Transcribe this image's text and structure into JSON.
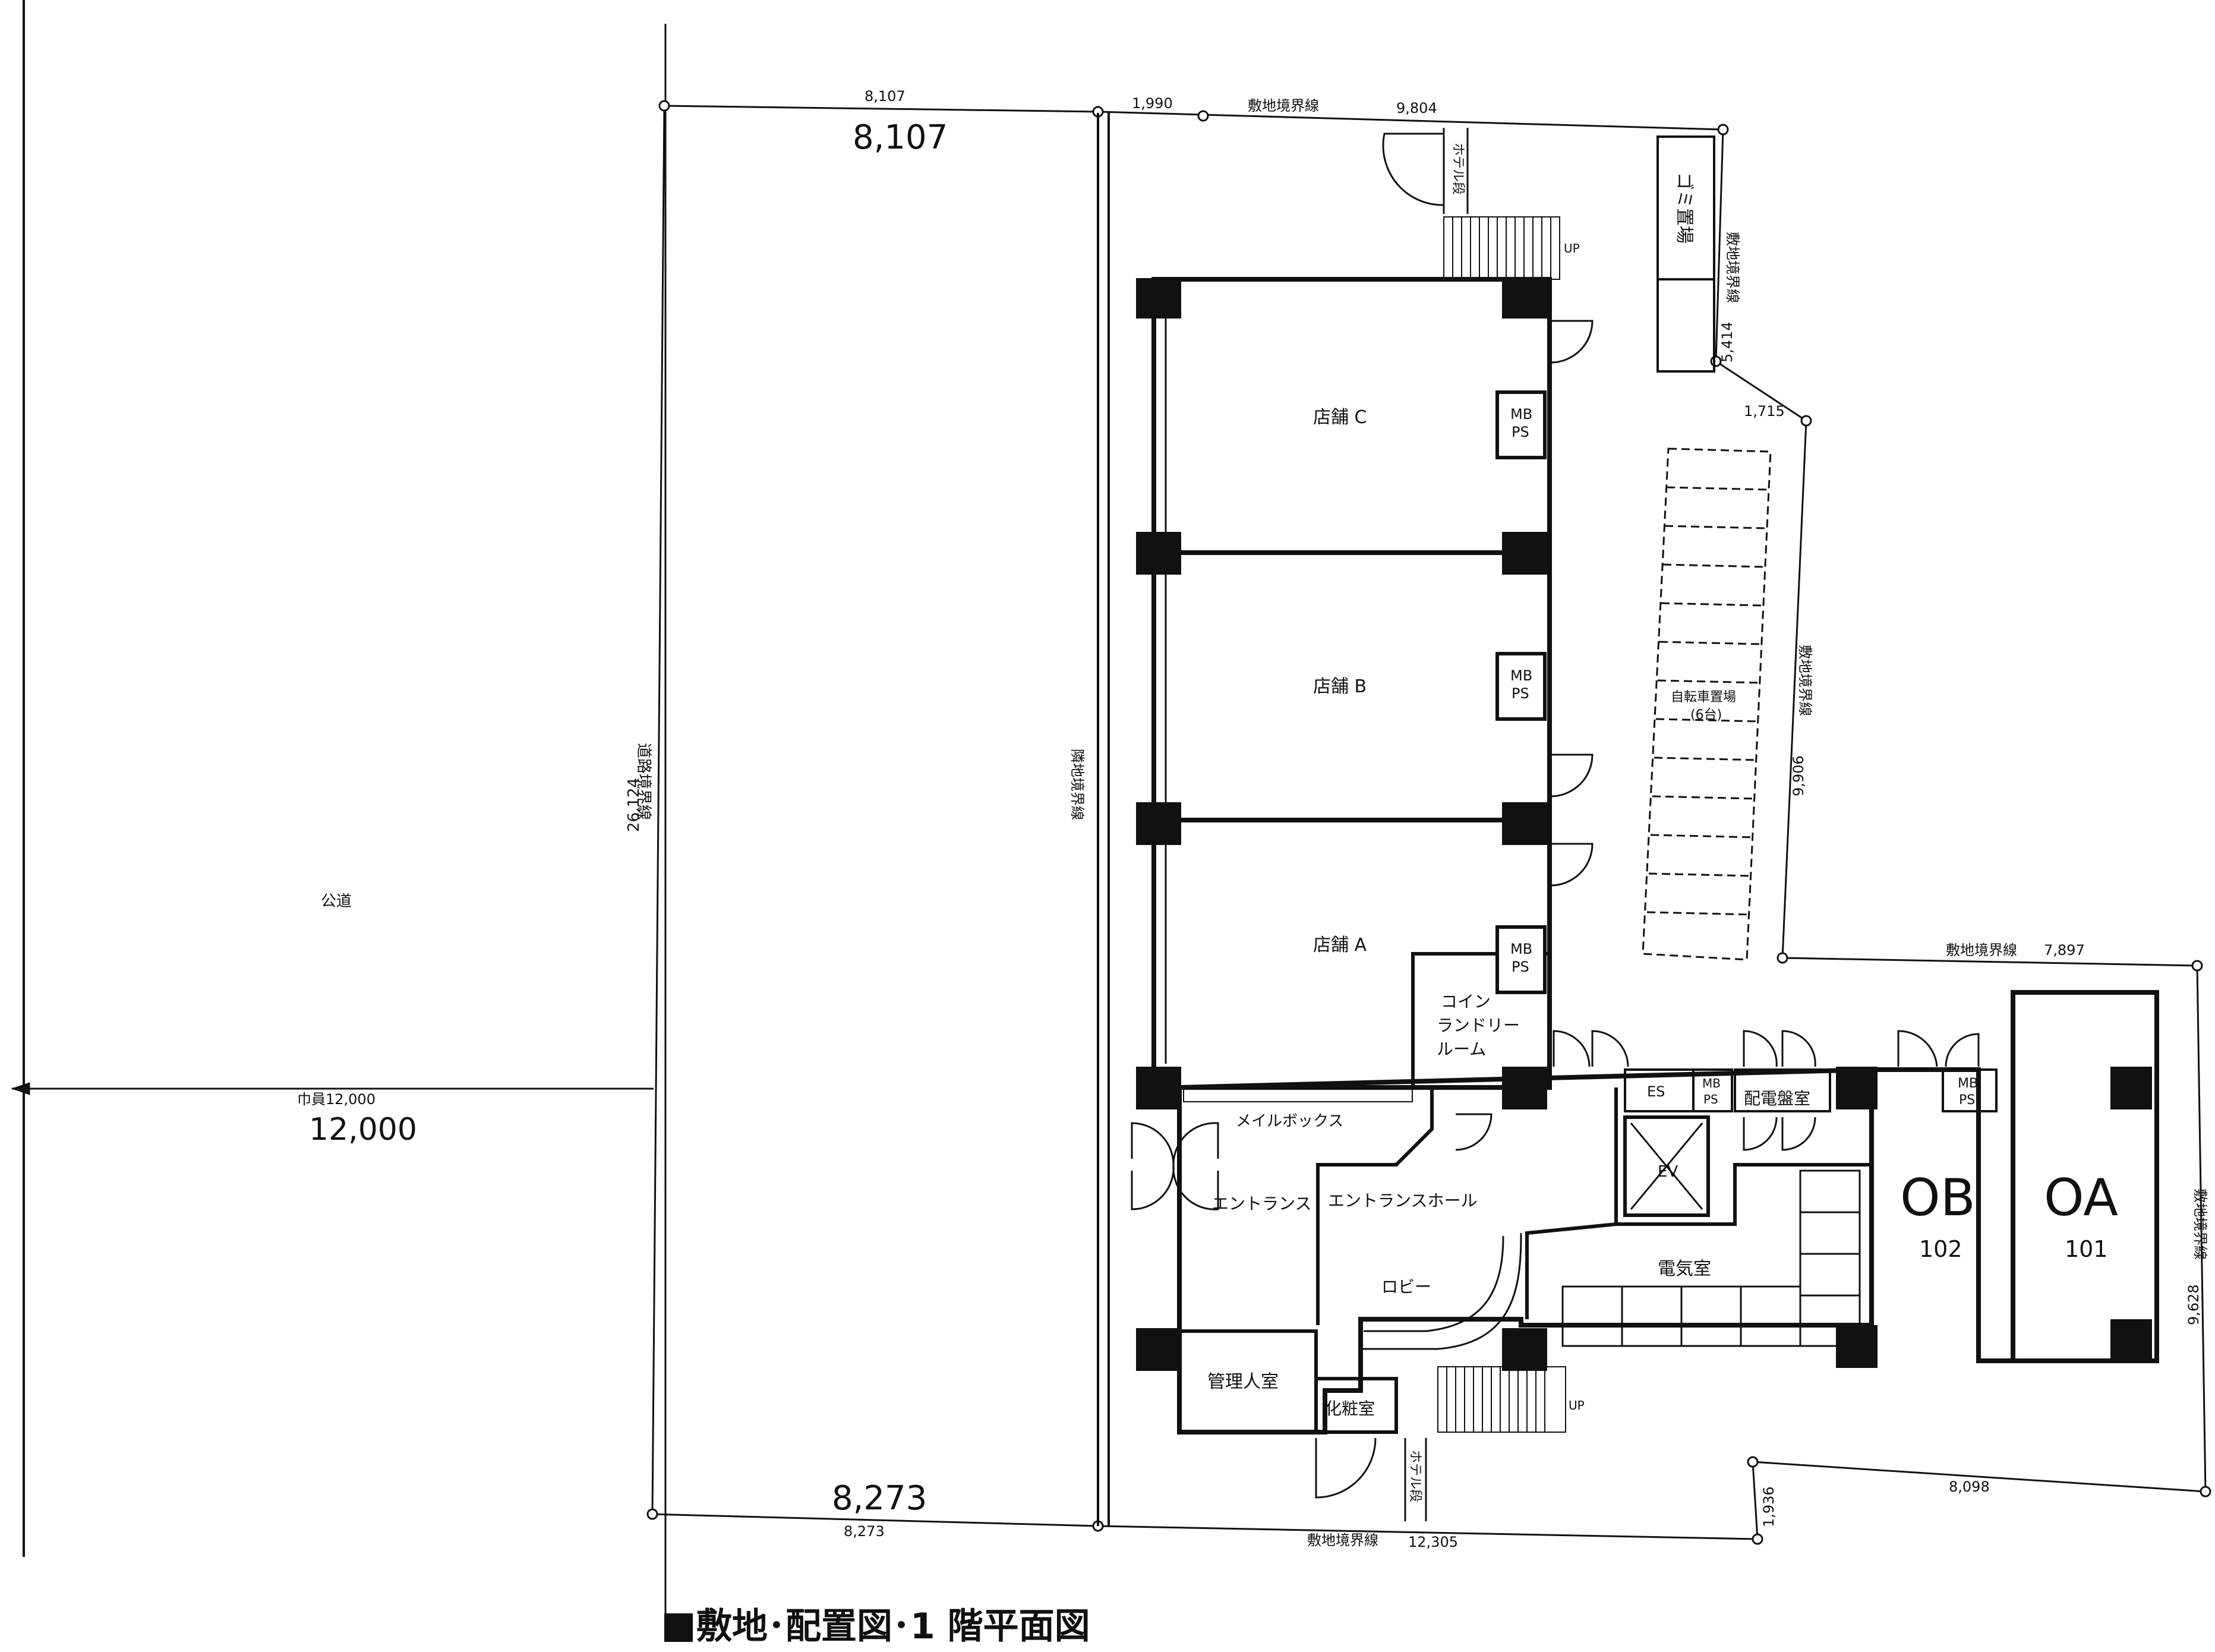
{
  "title": "敷地･配置図･1 階平面図",
  "road": {
    "label": "公道",
    "width_label": "巾員12,000",
    "width_hand": "12,000",
    "boundary_label": "道路境界線",
    "boundary_length": "26,124"
  },
  "site": {
    "top_left": "8,107",
    "top_left_hand": "8,107",
    "top_mid": "1,990",
    "top_label": "敷地境界線",
    "top_right": "9,804",
    "right_upper_label": "敷地境界線",
    "right_upper": "5,414",
    "step_upper": "1,715",
    "right_mid_label": "敷地境界線",
    "right_mid": "9,906",
    "mid_h_label": "敷地境界線",
    "mid_h": "7,897",
    "right_lower_label": "敷地境界線",
    "right_lower": "9,628",
    "bottom_right": "8,098",
    "step_lower": "1,936",
    "bottom_label": "敷地境界線",
    "bottom_mid": "12,305",
    "bottom_left": "8,273",
    "bottom_left_hand": "8,273",
    "inner_line_label": "隣地境界線"
  },
  "rooms": {
    "shop_c": "店舗 C",
    "shop_b": "店舗 B",
    "shop_a": "店舗 A",
    "mbps": "MB",
    "mbps2": "PS",
    "coin_laundry_1": "コイン",
    "coin_laundry_2": "ランドリー",
    "coin_laundry_3": "ルーム",
    "mailbox": "メイルボックス",
    "entrance": "エントランス",
    "entrance_hall": "エントランスホール",
    "lobby": "ロビー",
    "manager": "管理人室",
    "powder": "化粧室",
    "es": "ES",
    "switch_room": "配電盤室",
    "ev": "EV",
    "electric": "電気室",
    "ob": "OB",
    "ob_no": "102",
    "oa": "OA",
    "oa_no": "101",
    "garbage": "ゴミ置場",
    "bicycle": "自転車置場",
    "bicycle_count": "(6台)",
    "hotel_stair": "ホテル段",
    "up": "UP"
  }
}
